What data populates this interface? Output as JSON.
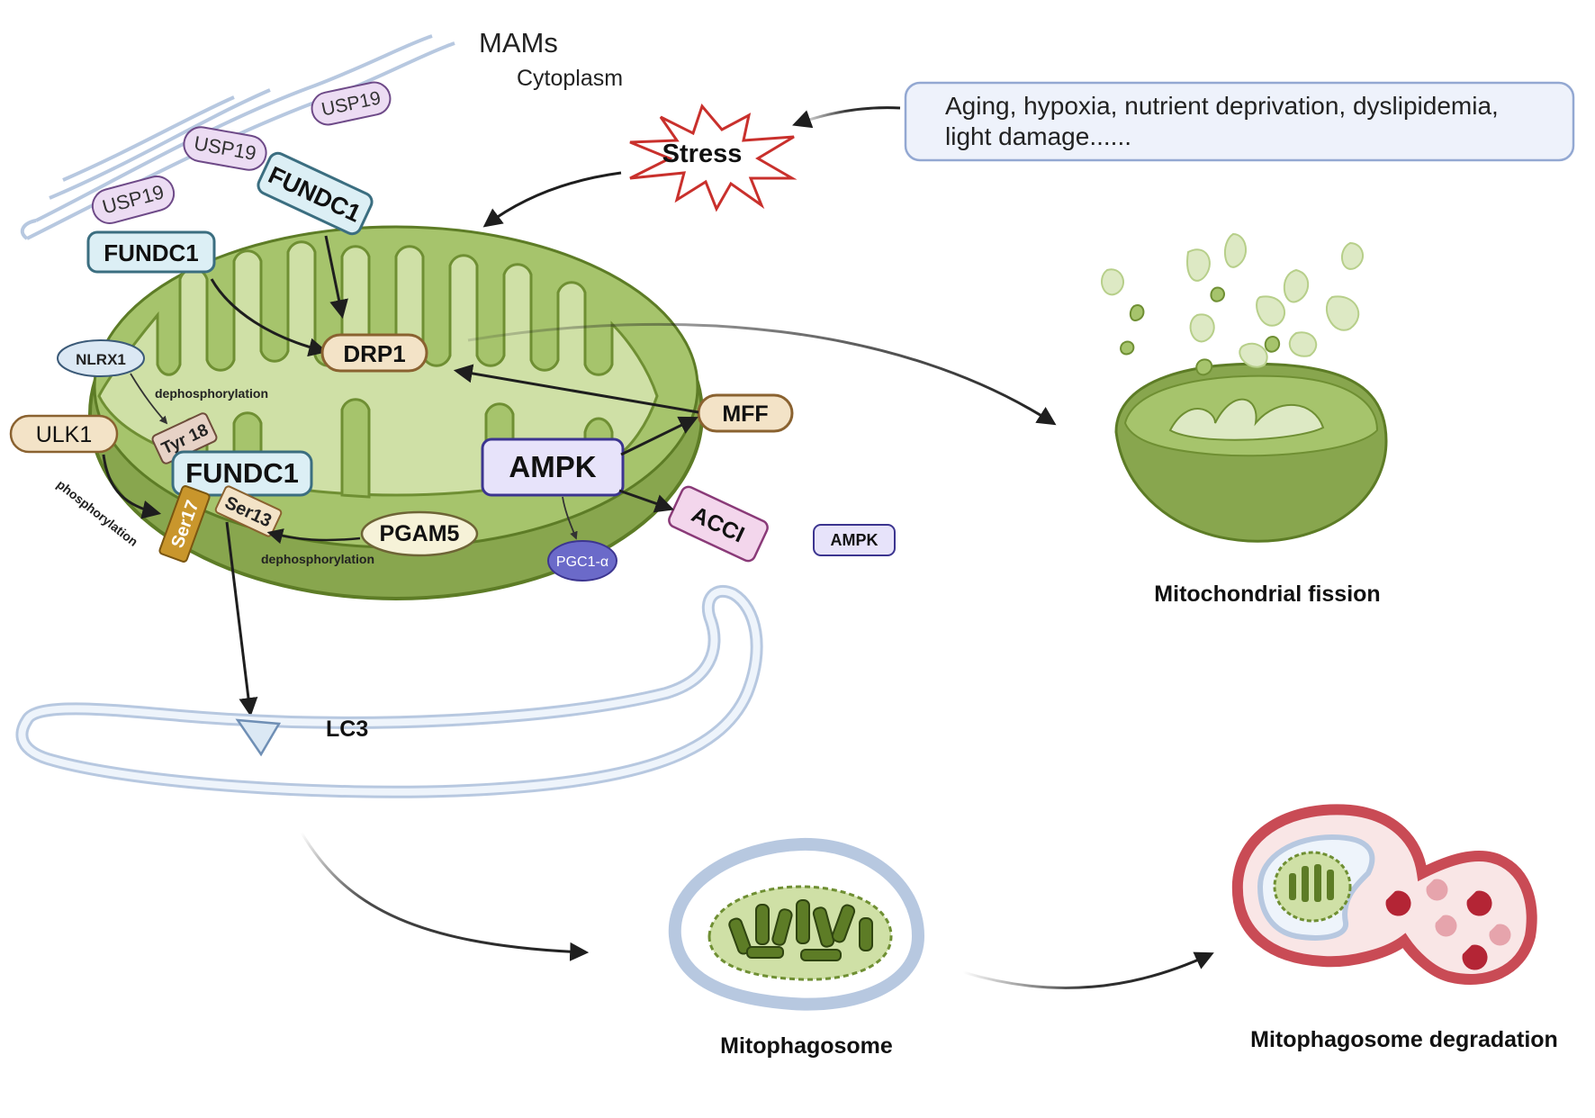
{
  "header": {
    "mams": "MAMs",
    "cytoplasm": "Cytoplasm"
  },
  "stress_box": {
    "line1": "Aging, hypoxia, nutrient deprivation, dyslipidemia,",
    "line2": "light damage......"
  },
  "stress_label": "Stress",
  "proteins": {
    "usp19_a": "USP19",
    "usp19_b": "USP19",
    "usp19_c": "USP19",
    "fundc1_er_a": "FUNDC1",
    "fundc1_er_b": "FUNDC1",
    "fundc1_main": "FUNDC1",
    "drp1": "DRP1",
    "nlrx1": "NLRX1",
    "ulk1": "ULK1",
    "tyr18": "Tyr 18",
    "ser17": "Ser17",
    "ser13": "Ser13",
    "pgam5": "PGAM5",
    "ampk_main": "AMPK",
    "ampk_small": "AMPK",
    "mff": "MFF",
    "acc1": "ACCI",
    "pgc1a": "PGC1-α",
    "lc3": "LC3"
  },
  "annotations": {
    "dephos_top": "dephosphorylation",
    "dephos_bottom": "dephosphorylation",
    "phosphorylation": "phosphorylation"
  },
  "outcomes": {
    "fission": "Mitochondrial fission",
    "mitophagosome": "Mitophagosome",
    "degradation": "Mitophagosome degradation"
  },
  "colors": {
    "mito_outer": "#a6c46c",
    "mito_inner": "#cfe0a6",
    "mito_edge": "#5d7c26",
    "er": "#b7c8e0",
    "fundc1_fill": "#dceff5",
    "usp19_fill": "#ecdcf3",
    "drp1_fill": "#f3e3c7",
    "ampk_fill": "#e7e3fa",
    "acc1_fill": "#f3d6ec",
    "pgc1a_fill": "#6b6ac9",
    "ser17_fill": "#c9962c",
    "stress_red": "#c9302c",
    "lysosome_red": "#c94b55"
  }
}
